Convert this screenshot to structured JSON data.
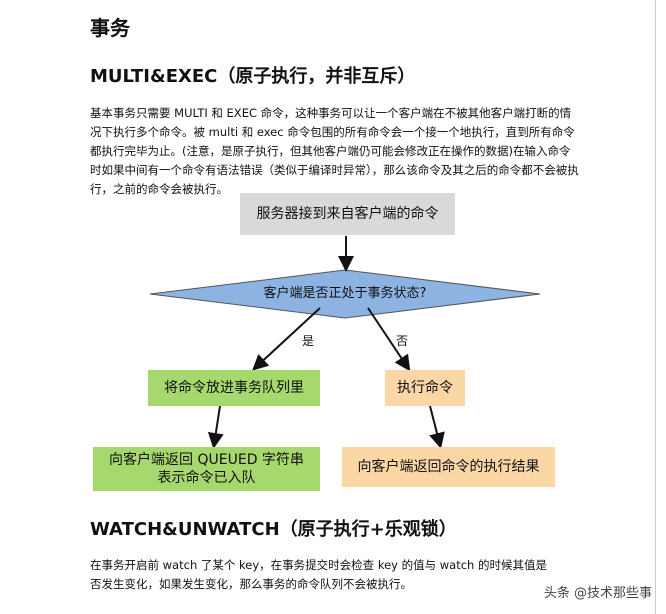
{
  "title": "事务",
  "section1": {
    "heading": "MULTI&EXEC（原子执行，并非互斥）",
    "paragraph": "基本事务只需要 MULTI 和 EXEC 命令，这种事务可以让一个客户端在不被其他客户端打断的情况下执行多个命令。被 multi 和 exec 命令包围的所有命令会一个接一个地执行，直到所有命令都执行完毕为止。(注意，是原子执行，但其他客户端仍可能会修改正在操作的数据)在输入命令时如果中间有一个命令有语法错误（类似于编译时异常），那么该命令及其之后的命令都不会被执行，之前的命令会被执行。"
  },
  "flowchart": {
    "start": "服务器接到来自客户端的命令",
    "decision": "客户端是否正处于事务状态?",
    "yes_label": "是",
    "no_label": "否",
    "yes_step": "将命令放进事务队列里",
    "no_step": "执行命令",
    "yes_result": "向客户端返回 QUEUED 字符串表示命令已入队",
    "no_result": "向客户端返回命令的执行结果",
    "colors": {
      "start": "#d9d9d9",
      "decision": "#8db3e2",
      "yes": "#a6d86e",
      "no": "#fad7a4"
    }
  },
  "section2": {
    "heading": "WATCH&UNWATCH（原子执行+乐观锁）",
    "paragraph": "在事务开启前 watch 了某个 key，在事务提交时会检查 key 的值与 watch 的时候其值是否发生变化，如果发生变化，那么事务的命令队列不会被执行。"
  },
  "watermark": "头条 @技术那些事"
}
